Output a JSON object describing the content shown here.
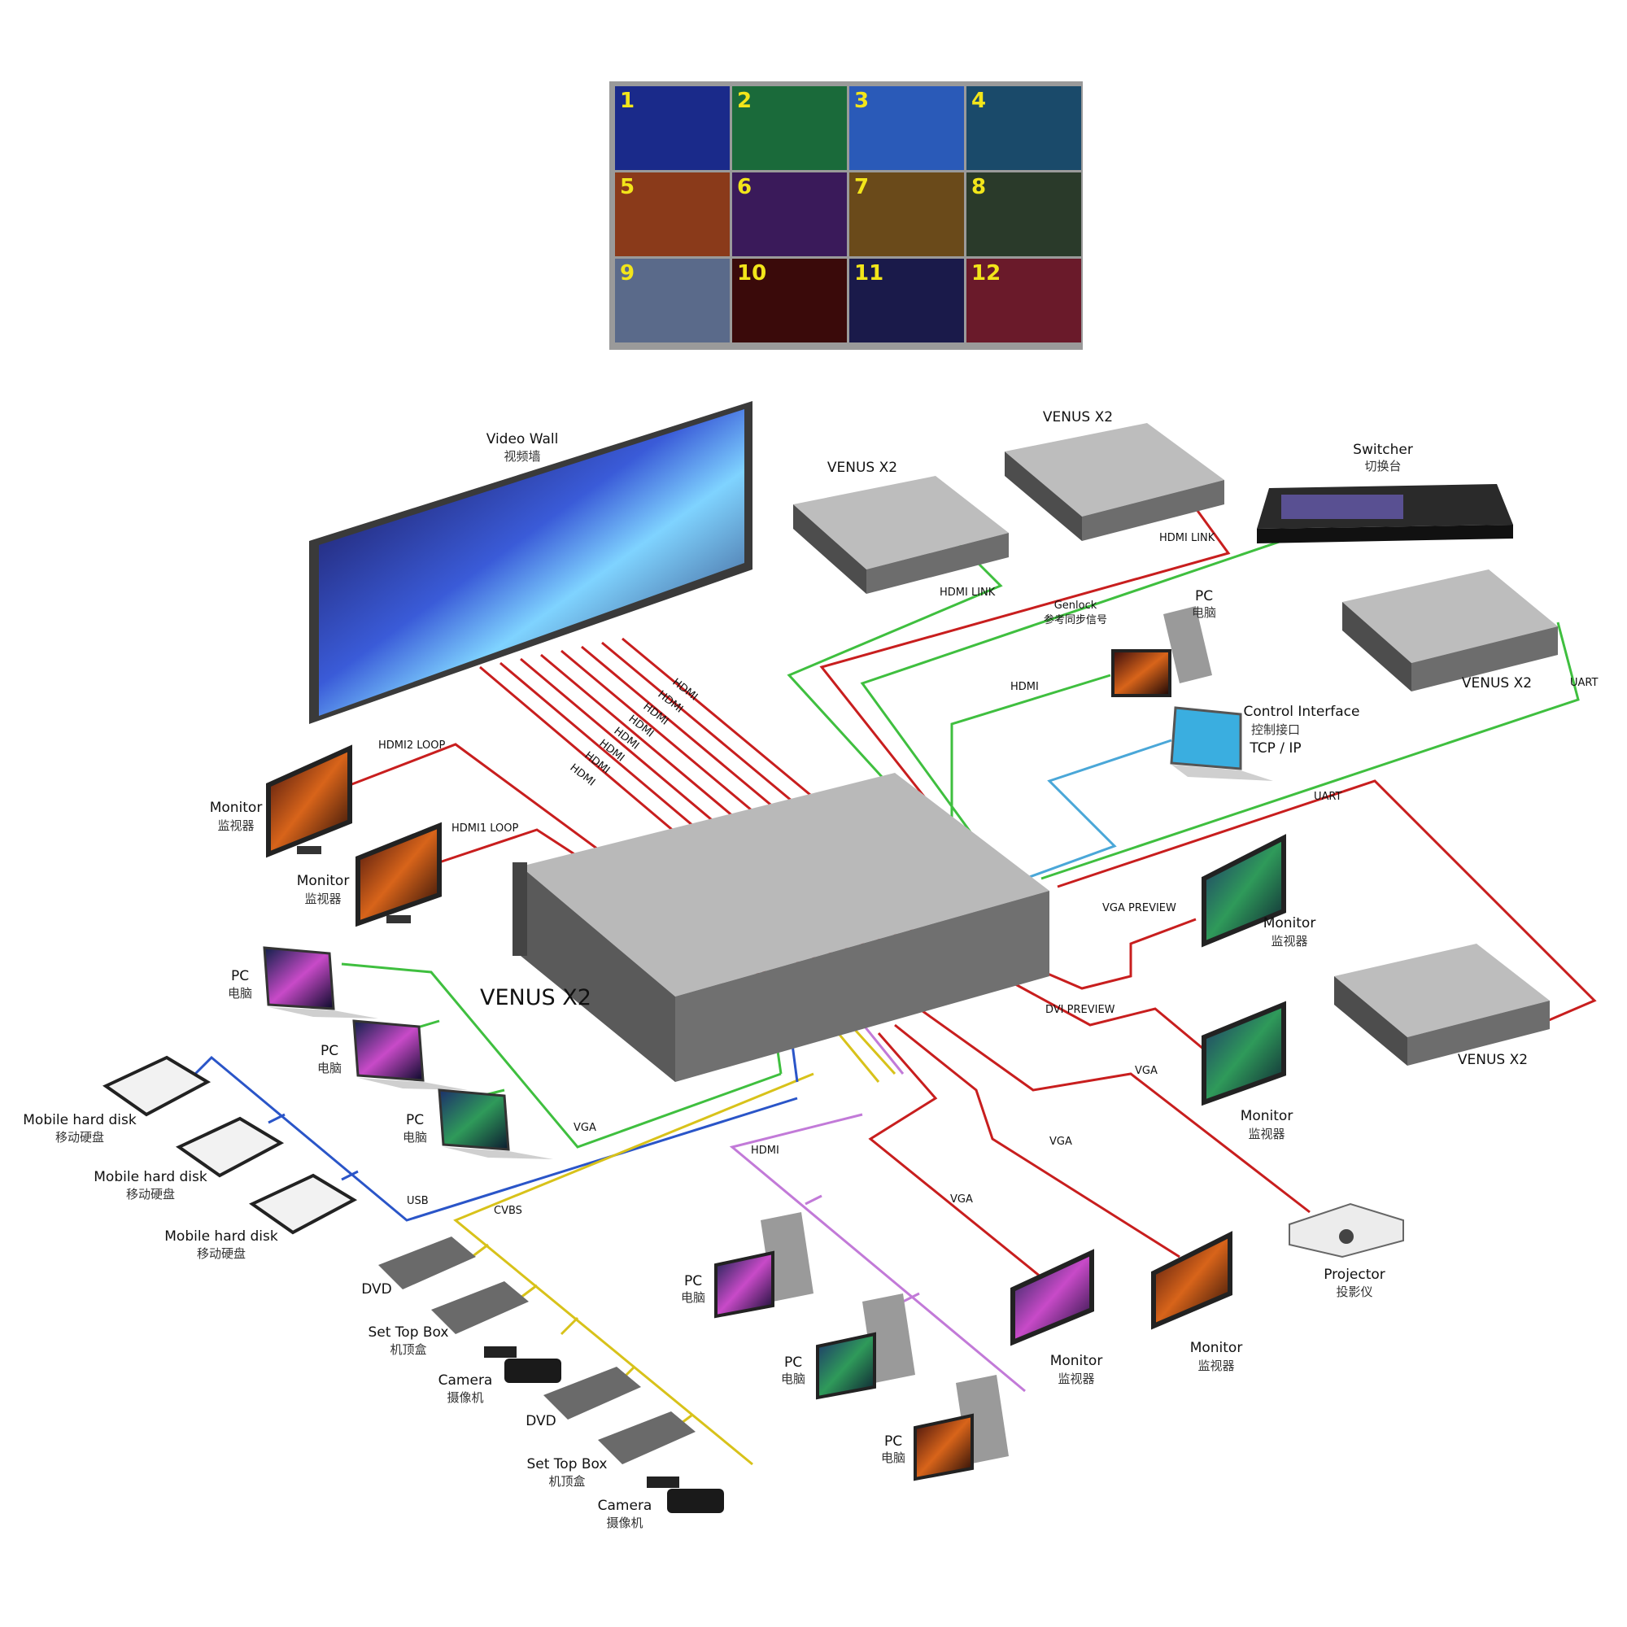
{
  "tiles": [
    "1",
    "2",
    "3",
    "4",
    "5",
    "6",
    "7",
    "8",
    "9",
    "10",
    "11",
    "12"
  ],
  "video_wall": {
    "label": "Video Wall",
    "label_zh": "视频墙"
  },
  "main_unit": {
    "label": "VENUS X2"
  },
  "venus_top_left": {
    "label": "VENUS X2"
  },
  "venus_top_right": {
    "label": "VENUS X2"
  },
  "venus_right_upper": {
    "label": "VENUS X2"
  },
  "venus_right_lower": {
    "label": "VENUS X2"
  },
  "switcher": {
    "label": "Switcher",
    "label_zh": "切换台"
  },
  "pc_top": {
    "label": "PC",
    "label_zh": "电脑"
  },
  "control_interface": {
    "label": "Control Interface",
    "label_zh": "控制接口",
    "label_sub": "TCP / IP"
  },
  "monitor_1": {
    "label": "Monitor",
    "label_zh": "监视器"
  },
  "monitor_2": {
    "label": "Monitor",
    "label_zh": "监视器"
  },
  "laptop_1": {
    "label": "PC",
    "label_zh": "电脑"
  },
  "laptop_2": {
    "label": "PC",
    "label_zh": "电脑"
  },
  "laptop_3": {
    "label": "PC",
    "label_zh": "电脑"
  },
  "disk_1": {
    "label": "Mobile hard disk",
    "label_zh": "移动硬盘"
  },
  "disk_2": {
    "label": "Mobile hard disk",
    "label_zh": "移动硬盘"
  },
  "disk_3": {
    "label": "Mobile hard disk",
    "label_zh": "移动硬盘"
  },
  "dvd_1": {
    "label": "DVD"
  },
  "stb_1": {
    "label": "Set Top Box",
    "label_zh": "机顶盒"
  },
  "camera_1": {
    "label": "Camera",
    "label_zh": "摄像机"
  },
  "dvd_2": {
    "label": "DVD"
  },
  "stb_2": {
    "label": "Set Top Box",
    "label_zh": "机顶盒"
  },
  "camera_2": {
    "label": "Camera",
    "label_zh": "摄像机"
  },
  "pc_b1": {
    "label": "PC",
    "label_zh": "电脑"
  },
  "pc_b2": {
    "label": "PC",
    "label_zh": "电脑"
  },
  "pc_b3": {
    "label": "PC",
    "label_zh": "电脑"
  },
  "monitor_vga_preview": {
    "label": "Monitor",
    "label_zh": "监视器"
  },
  "monitor_dvi_preview": {
    "label": "Monitor",
    "label_zh": "监视器"
  },
  "monitor_b1": {
    "label": "Monitor",
    "label_zh": "监视器"
  },
  "monitor_b2": {
    "label": "Monitor",
    "label_zh": "监视器"
  },
  "projector": {
    "label": "Projector",
    "label_zh": "投影仪"
  },
  "cables": {
    "hdmi2_loop": "HDMI2 LOOP",
    "hdmi1_loop": "HDMI1 LOOP",
    "hdmi_link_1": "HDMI LINK",
    "hdmi_link_2": "HDMI LINK",
    "genlock": "Genlock",
    "genlock_zh": "参考同步信号",
    "hdmi_pc": "HDMI",
    "uart_1": "UART",
    "uart_2": "UART",
    "vga_preview": "VGA PREVIEW",
    "dvi_preview": "DVI PREVIEW",
    "vga_in": "VGA",
    "usb": "USB",
    "cvbs": "CVBS",
    "hdmi_in": "HDMI",
    "vga_out_1": "VGA",
    "vga_out_2": "VGA",
    "vga_out_3": "VGA",
    "hdmi_wall": [
      "HDMI",
      "HDMI",
      "HDMI",
      "HDMI",
      "HDMI",
      "HDMI",
      "HDMI",
      "HDMI"
    ]
  },
  "colors": {
    "red": "#c81e1e",
    "green": "#3fbf3f",
    "blue": "#2a55c8",
    "yellow": "#d8c21a",
    "purple": "#c27ad8",
    "cyan": "#4aa7d8"
  }
}
